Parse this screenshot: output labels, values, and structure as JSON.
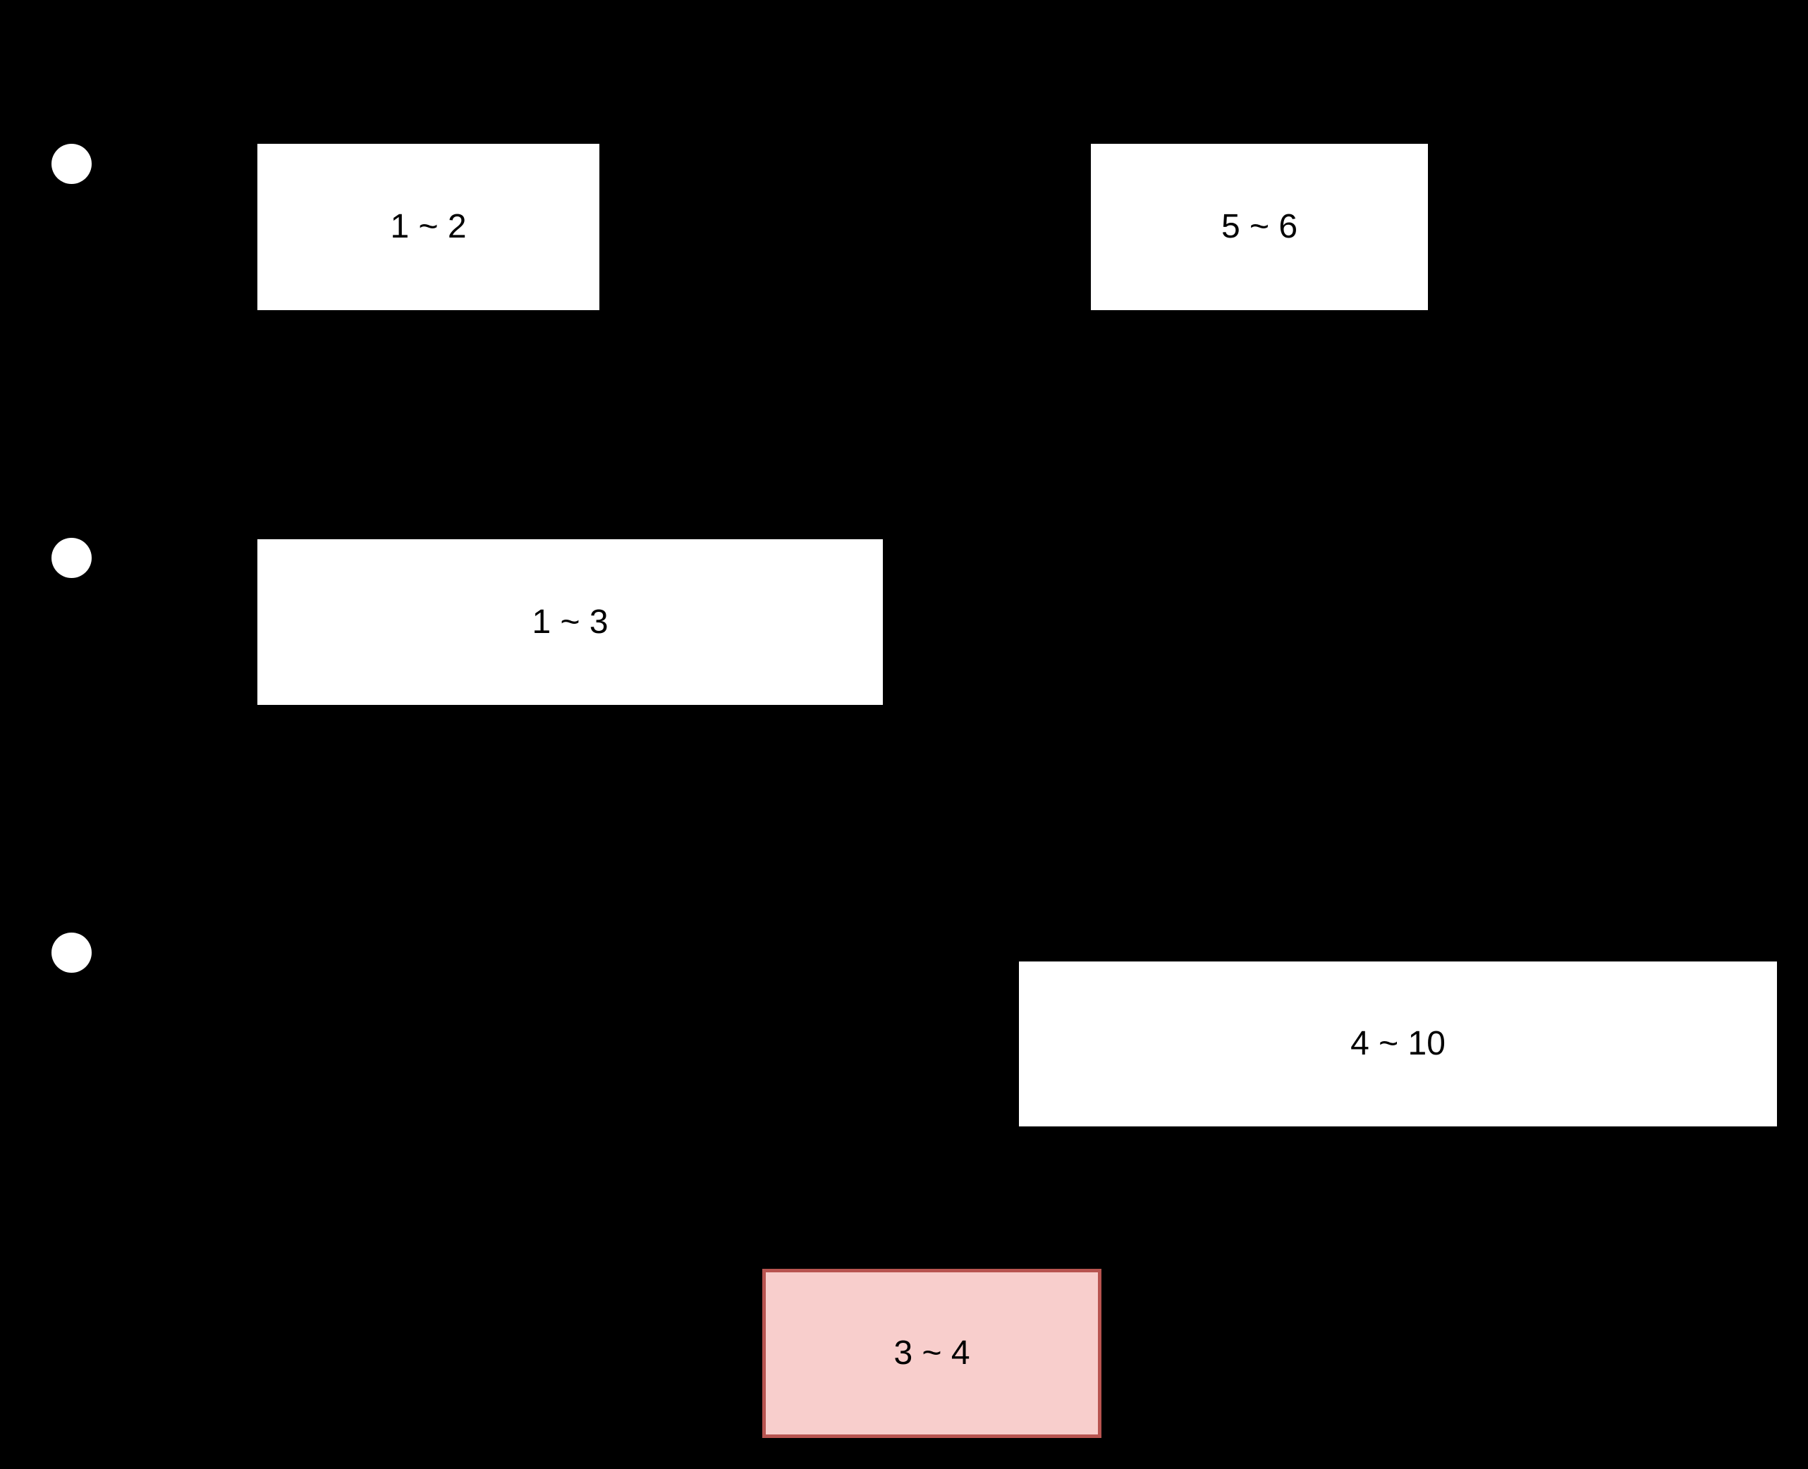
{
  "diagram": {
    "background": "#000000",
    "colors": {
      "shape_fill": "#ffffff",
      "shape_text": "#000000",
      "bullet_fill": "#ffffff",
      "highlight_fill": "#f8cecc",
      "highlight_stroke": "#b85450"
    },
    "bullets": [
      {
        "name": "bullet-1"
      },
      {
        "name": "bullet-2"
      },
      {
        "name": "bullet-3"
      }
    ],
    "intervals": [
      {
        "id": "interval-1-2",
        "label": "1 ~ 2",
        "start": 1,
        "end": 2,
        "highlighted": false
      },
      {
        "id": "interval-5-6",
        "label": "5 ~ 6",
        "start": 5,
        "end": 6,
        "highlighted": false
      },
      {
        "id": "interval-1-3",
        "label": "1 ~ 3",
        "start": 1,
        "end": 3,
        "highlighted": false
      },
      {
        "id": "interval-4-10",
        "label": "4 ~ 10",
        "start": 4,
        "end": 10,
        "highlighted": false
      },
      {
        "id": "interval-3-4",
        "label": "3 ~ 4",
        "start": 3,
        "end": 4,
        "highlighted": true
      }
    ]
  }
}
